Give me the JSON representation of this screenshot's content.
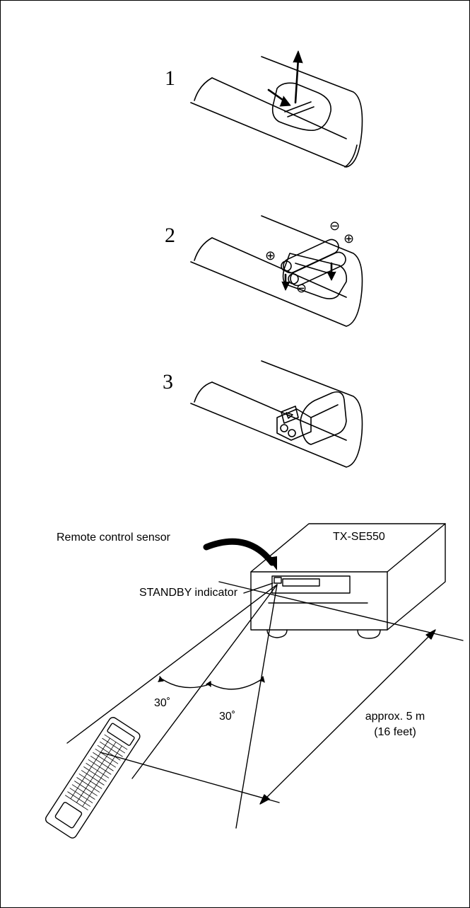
{
  "steps": [
    {
      "number": "1"
    },
    {
      "number": "2"
    },
    {
      "number": "3"
    }
  ],
  "polarity": {
    "plus": "⊕",
    "minus": "⊖"
  },
  "diagram": {
    "sensor_label": "Remote control sensor",
    "model_label": "TX-SE550",
    "standby_label": "STANDBY indicator",
    "angle_left": "30˚",
    "angle_right": "30˚",
    "distance_line1": "approx. 5 m",
    "distance_line2": "(16 feet)"
  }
}
